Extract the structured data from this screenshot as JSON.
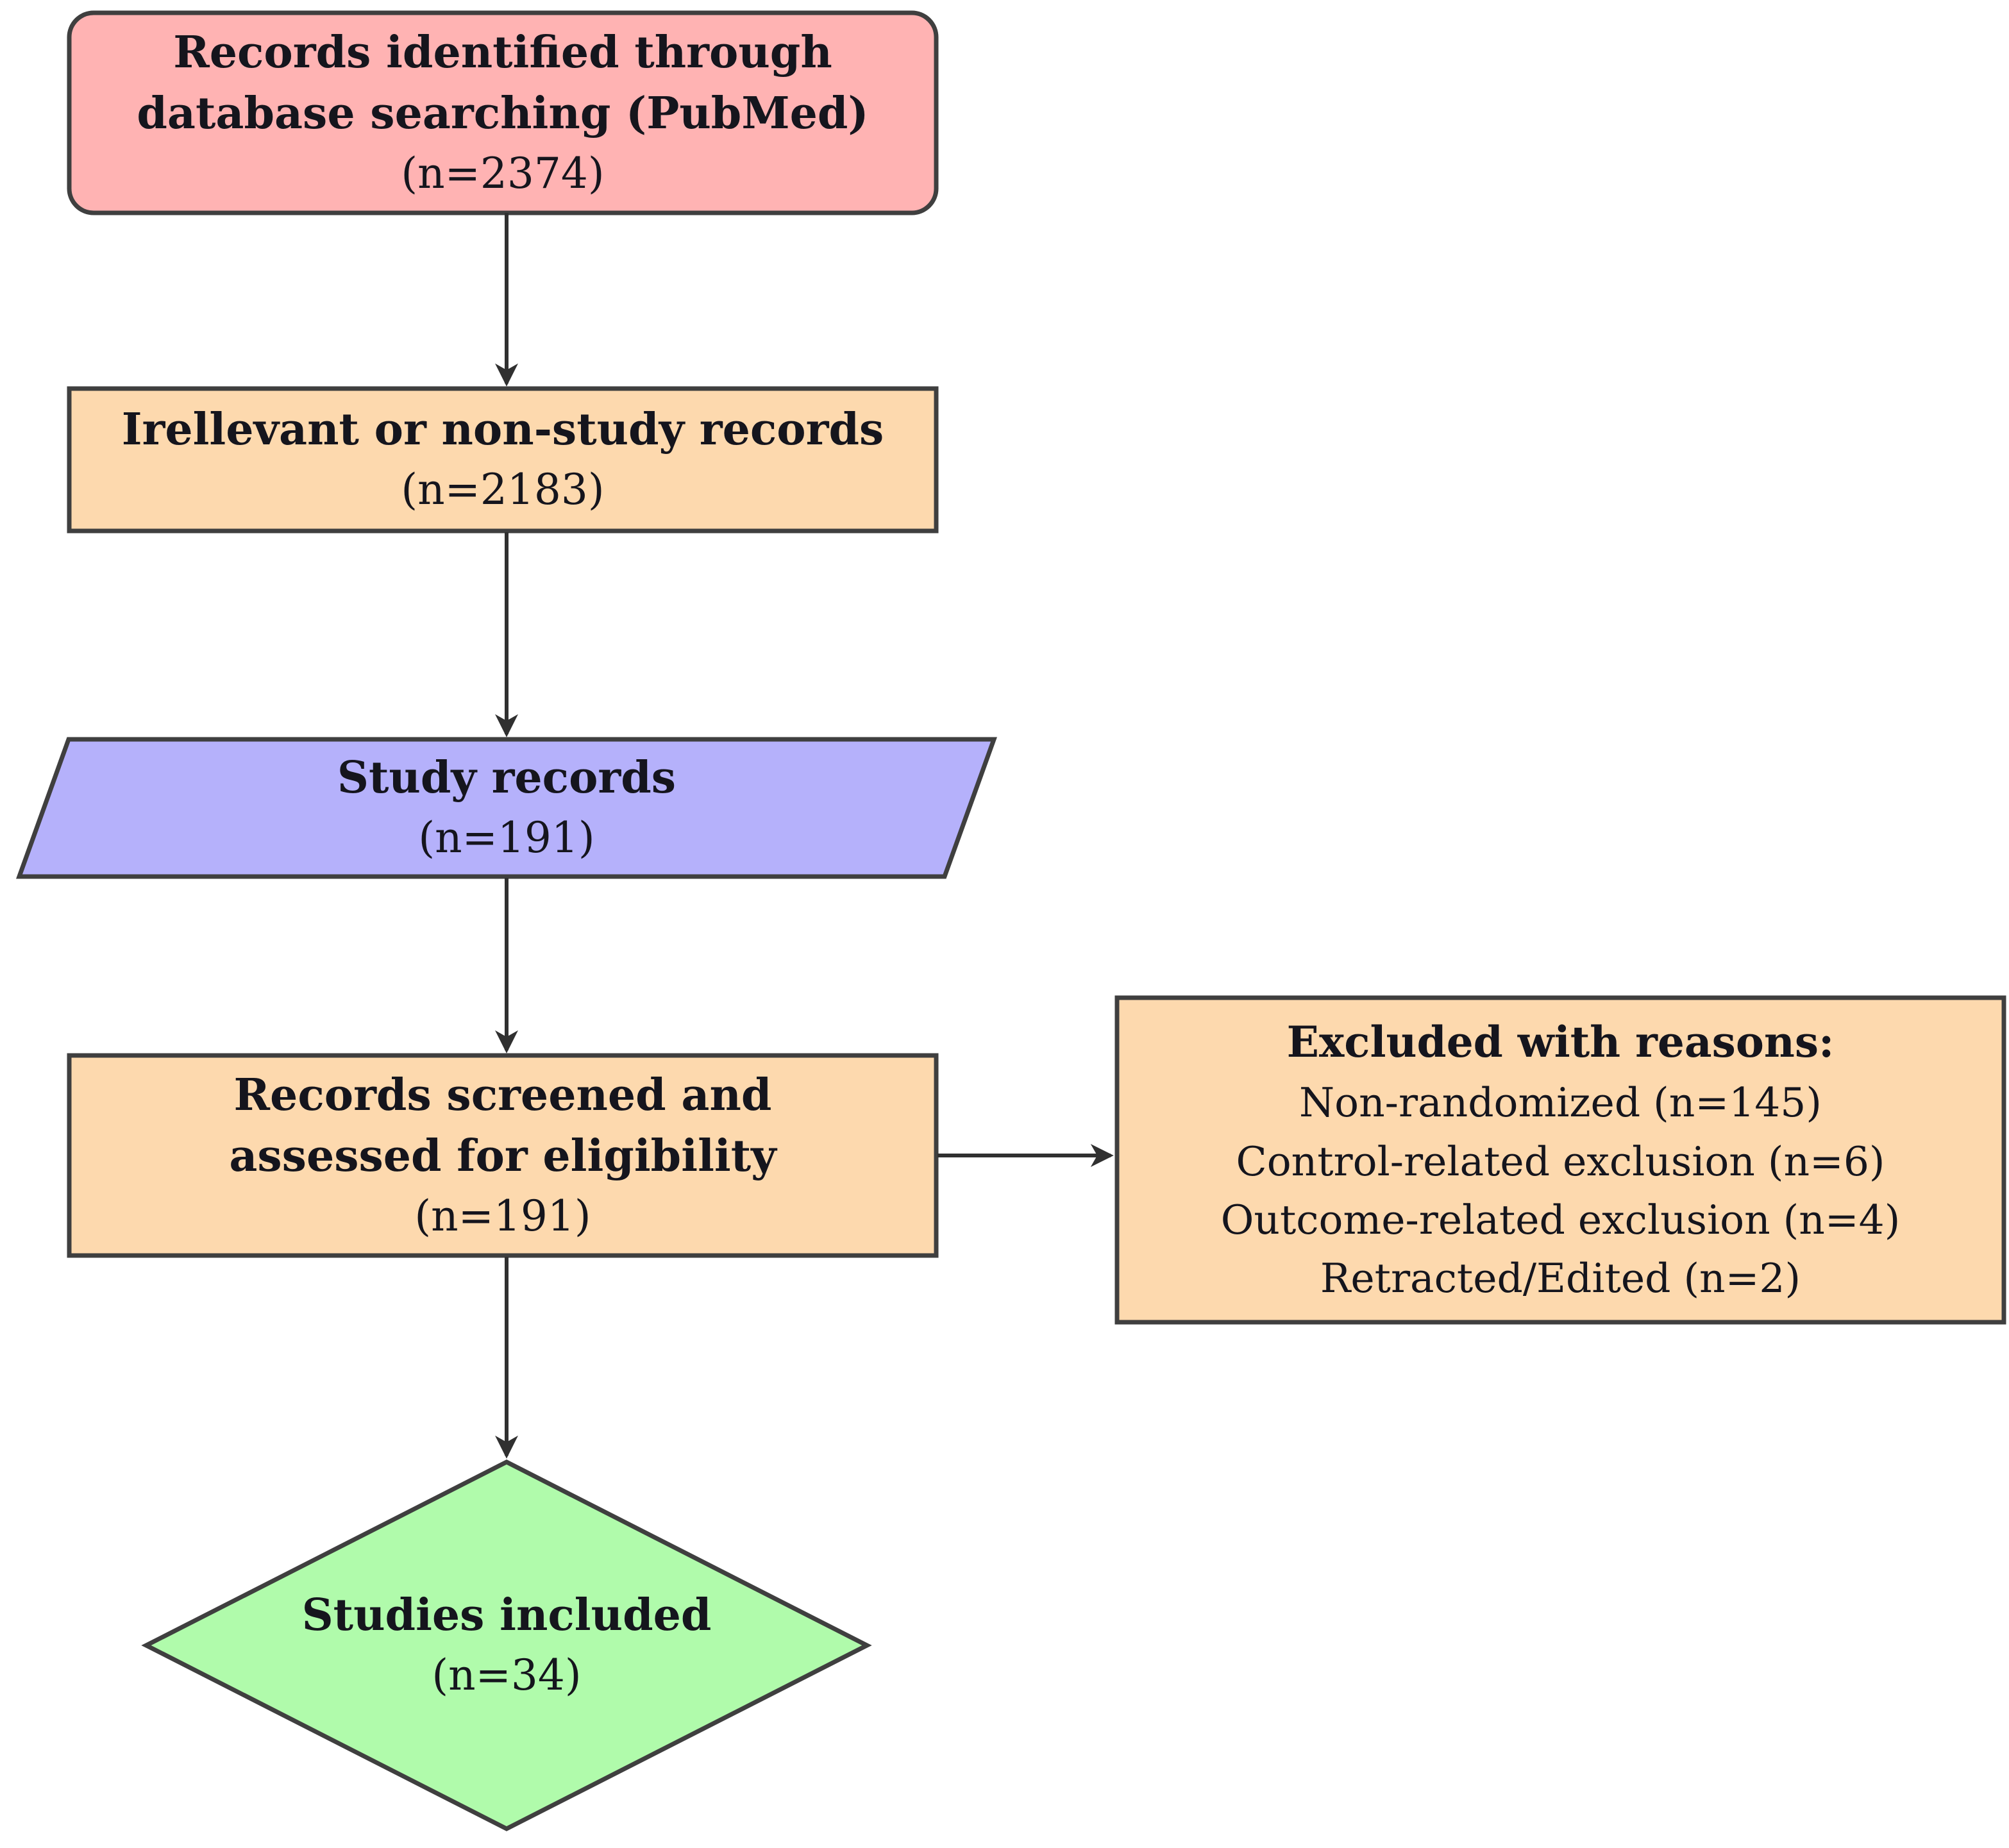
{
  "colors": {
    "pink": "#ffb3b3",
    "orange": "#fdd9ae",
    "purple": "#b5b1fb",
    "green": "#b0fbab",
    "border": "#3f3f3f",
    "arrow": "#303030",
    "text": "#15151d",
    "background": "#ffffff"
  },
  "nodes": {
    "identified": {
      "shape": "rounded-rectangle",
      "fill_name": "pink",
      "lines": [
        "Records identified through",
        "database searching (PubMed)"
      ],
      "count": "(n=2374)"
    },
    "irrelevant": {
      "shape": "rectangle",
      "fill_name": "orange",
      "lines": [
        "Irellevant or non-study records"
      ],
      "count": "(n=2183)"
    },
    "study_records": {
      "shape": "parallelogram",
      "fill_name": "purple",
      "lines": [
        "Study records"
      ],
      "count": "(n=191)"
    },
    "screened": {
      "shape": "rectangle",
      "fill_name": "orange",
      "lines": [
        "Records screened and",
        "assessed for eligibility"
      ],
      "count": "(n=191)"
    },
    "excluded": {
      "shape": "rectangle",
      "fill_name": "orange",
      "heading": "Excluded with reasons:",
      "items": [
        "Non-randomized (n=145)",
        "Control-related exclusion (n=6)",
        "Outcome-related exclusion (n=4)",
        "Retracted/Edited (n=2)"
      ]
    },
    "included": {
      "shape": "diamond",
      "fill_name": "green",
      "lines": [
        "Studies included"
      ],
      "count": "(n=34)"
    }
  },
  "edges": [
    {
      "from": "identified",
      "to": "irrelevant",
      "direction": "down"
    },
    {
      "from": "irrelevant",
      "to": "study_records",
      "direction": "down"
    },
    {
      "from": "study_records",
      "to": "screened",
      "direction": "down"
    },
    {
      "from": "screened",
      "to": "excluded",
      "direction": "right"
    },
    {
      "from": "screened",
      "to": "included",
      "direction": "down"
    }
  ]
}
